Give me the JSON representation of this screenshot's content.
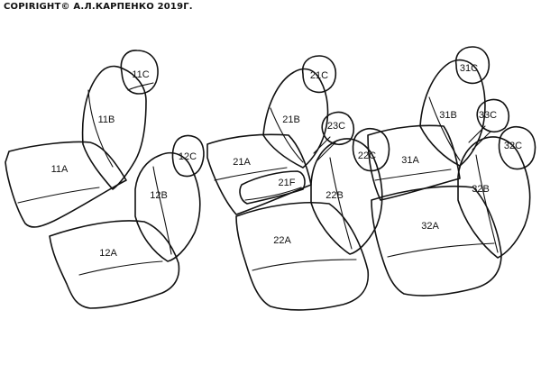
{
  "copyright": "COPIRIGHT© А.Л.КАРПЕНКО 2019Г.",
  "labels": {
    "11A": "11A",
    "11B": "11B",
    "11C": "11C",
    "12A": "12A",
    "12B": "12B",
    "12C": "12C",
    "21A": "21A",
    "21B": "21B",
    "21C": "21C",
    "21F": "21F",
    "22A": "22A",
    "22B": "22B",
    "22C": "22C",
    "23C": "23C",
    "31A": "31A",
    "31B": "31B",
    "31C": "31C",
    "32A": "32A",
    "32B": "32B",
    "32C": "32C",
    "33C": "33C"
  }
}
